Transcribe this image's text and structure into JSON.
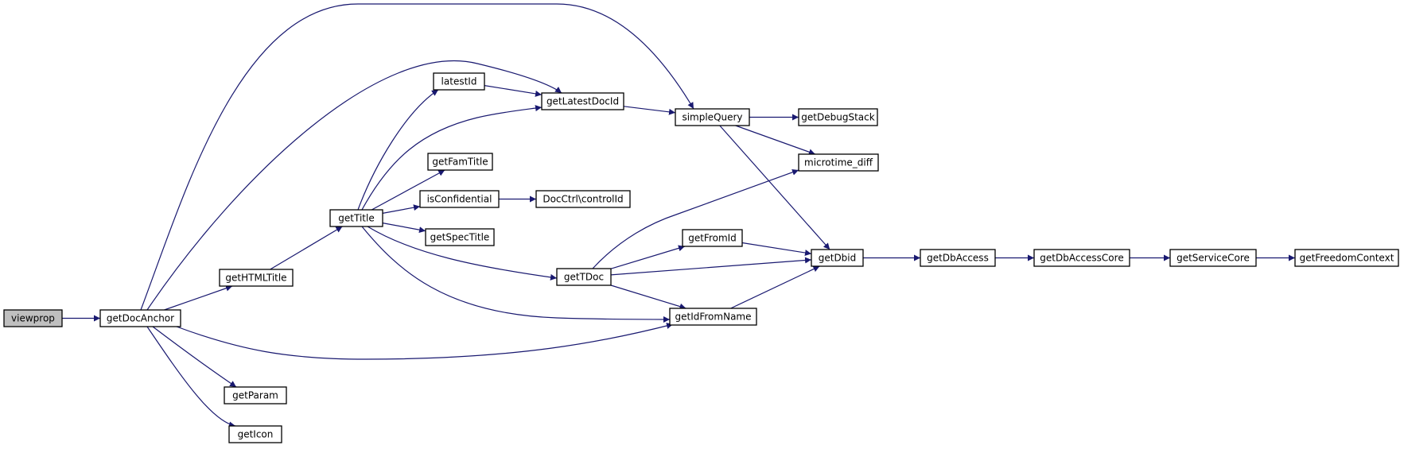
{
  "colors": {
    "edge": "#191970",
    "node_fill": "#ffffff",
    "root_fill": "#bfbfbf",
    "border": "#000000"
  },
  "nodes": [
    {
      "id": "viewprop",
      "label": "viewprop",
      "root": true
    },
    {
      "id": "getDocAnchor",
      "label": "getDocAnchor"
    },
    {
      "id": "getHTMLTitle",
      "label": "getHTMLTitle"
    },
    {
      "id": "getParam",
      "label": "getParam"
    },
    {
      "id": "getIcon",
      "label": "getIcon"
    },
    {
      "id": "getTitle",
      "label": "getTitle"
    },
    {
      "id": "latestId",
      "label": "latestId"
    },
    {
      "id": "getFamTitle",
      "label": "getFamTitle"
    },
    {
      "id": "isConfidential",
      "label": "isConfidential"
    },
    {
      "id": "getSpecTitle",
      "label": "getSpecTitle"
    },
    {
      "id": "getLatestDocId",
      "label": "getLatestDocId"
    },
    {
      "id": "DocCtrlControlId",
      "label": "DocCtrl\\controlId"
    },
    {
      "id": "getTDoc",
      "label": "getTDoc"
    },
    {
      "id": "simpleQuery",
      "label": "simpleQuery"
    },
    {
      "id": "getFromId",
      "label": "getFromId"
    },
    {
      "id": "getIdFromName",
      "label": "getIdFromName"
    },
    {
      "id": "getDebugStack",
      "label": "getDebugStack"
    },
    {
      "id": "microtime_diff",
      "label": "microtime_diff"
    },
    {
      "id": "getDbid",
      "label": "getDbid"
    },
    {
      "id": "getDbAccess",
      "label": "getDbAccess"
    },
    {
      "id": "getDbAccessCore",
      "label": "getDbAccessCore"
    },
    {
      "id": "getServiceCore",
      "label": "getServiceCore"
    },
    {
      "id": "getFreedomContext",
      "label": "getFreedomContext"
    }
  ],
  "edges": [
    {
      "from": "viewprop",
      "to": "getDocAnchor"
    },
    {
      "from": "getDocAnchor",
      "to": "getHTMLTitle"
    },
    {
      "from": "getDocAnchor",
      "to": "simpleQuery"
    },
    {
      "from": "getDocAnchor",
      "to": "getLatestDocId"
    },
    {
      "from": "getDocAnchor",
      "to": "getIdFromName"
    },
    {
      "from": "getDocAnchor",
      "to": "getParam"
    },
    {
      "from": "getDocAnchor",
      "to": "getIcon"
    },
    {
      "from": "getHTMLTitle",
      "to": "getTitle"
    },
    {
      "from": "getTitle",
      "to": "latestId"
    },
    {
      "from": "getTitle",
      "to": "getLatestDocId"
    },
    {
      "from": "getTitle",
      "to": "getFamTitle"
    },
    {
      "from": "getTitle",
      "to": "isConfidential"
    },
    {
      "from": "getTitle",
      "to": "getSpecTitle"
    },
    {
      "from": "getTitle",
      "to": "getTDoc"
    },
    {
      "from": "getTitle",
      "to": "getIdFromName"
    },
    {
      "from": "latestId",
      "to": "getLatestDocId"
    },
    {
      "from": "isConfidential",
      "to": "DocCtrlControlId"
    },
    {
      "from": "getLatestDocId",
      "to": "simpleQuery"
    },
    {
      "from": "simpleQuery",
      "to": "getDebugStack"
    },
    {
      "from": "simpleQuery",
      "to": "microtime_diff"
    },
    {
      "from": "simpleQuery",
      "to": "getDbid"
    },
    {
      "from": "getTDoc",
      "to": "microtime_diff"
    },
    {
      "from": "getTDoc",
      "to": "getFromId"
    },
    {
      "from": "getTDoc",
      "to": "getDbid"
    },
    {
      "from": "getTDoc",
      "to": "getIdFromName"
    },
    {
      "from": "getFromId",
      "to": "getDbid"
    },
    {
      "from": "getIdFromName",
      "to": "getDbid"
    },
    {
      "from": "getDbid",
      "to": "getDbAccess"
    },
    {
      "from": "getDbAccess",
      "to": "getDbAccessCore"
    },
    {
      "from": "getDbAccessCore",
      "to": "getServiceCore"
    },
    {
      "from": "getServiceCore",
      "to": "getFreedomContext"
    }
  ]
}
